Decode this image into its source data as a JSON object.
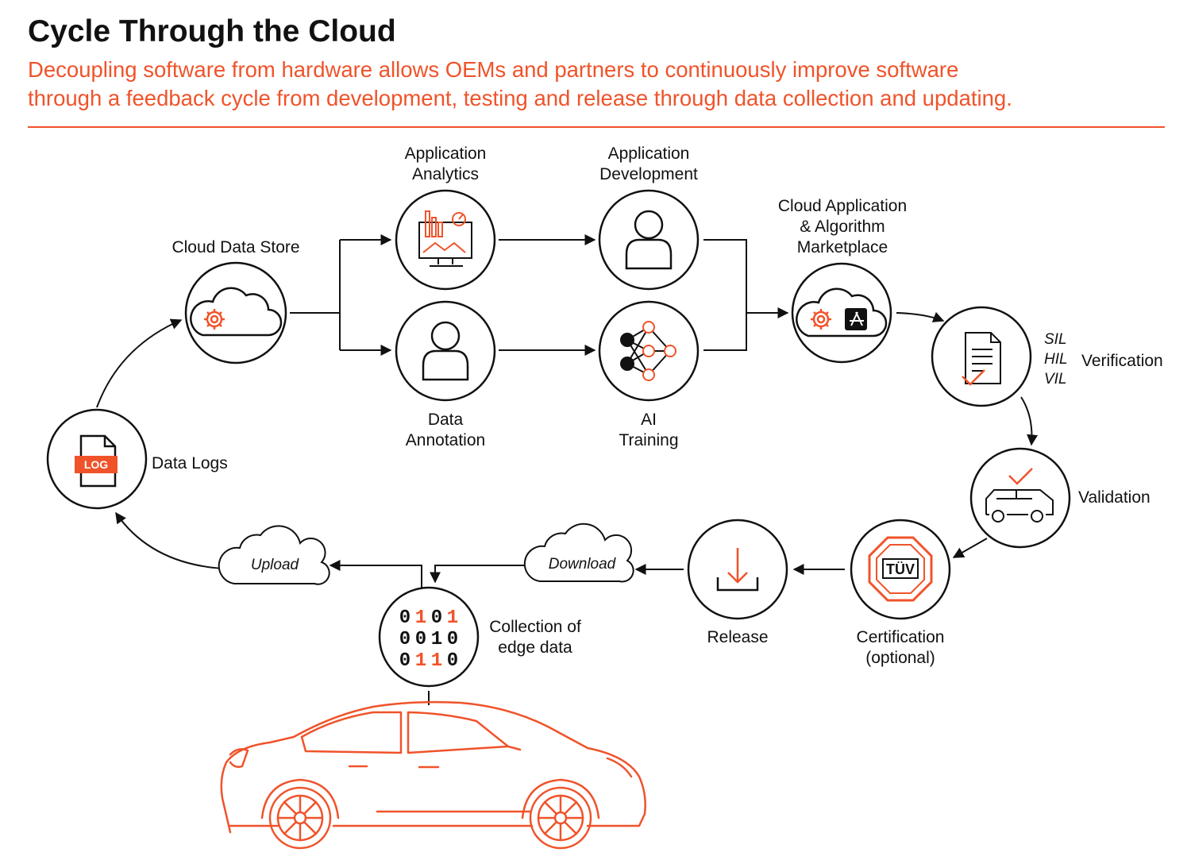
{
  "header": {
    "title": "Cycle Through the Cloud",
    "subtitle_line1": "Decoupling software from hardware allows OEMs and partners to continuously improve software",
    "subtitle_line2": "through a feedback cycle from development, testing and release through data collection and updating."
  },
  "nodes": {
    "cloud_data_store": "Cloud Data Store",
    "application_analytics": [
      "Application",
      "Analytics"
    ],
    "application_development": [
      "Application",
      "Development"
    ],
    "data_annotation": [
      "Data",
      "Annotation"
    ],
    "ai_training": [
      "AI",
      "Training"
    ],
    "marketplace": [
      "Cloud Application",
      "& Algorithm",
      "Marketplace"
    ],
    "verification": "Verification",
    "verification_types": [
      "SIL",
      "HIL",
      "VIL"
    ],
    "validation": "Validation",
    "certification": [
      "Certification",
      "(optional)"
    ],
    "release": "Release",
    "collection": [
      "Collection of",
      "edge data"
    ],
    "data_logs": "Data Logs",
    "download": "Download",
    "upload": "Upload",
    "log_badge": "LOG",
    "tuv_badge": "TÜV",
    "binary_rows": [
      [
        "0",
        "1",
        "0",
        "1"
      ],
      [
        "0",
        "0",
        "1",
        "0"
      ],
      [
        "0",
        "1",
        "1",
        "0"
      ]
    ]
  },
  "colors": {
    "accent": "#f0532a",
    "ink": "#111111"
  }
}
